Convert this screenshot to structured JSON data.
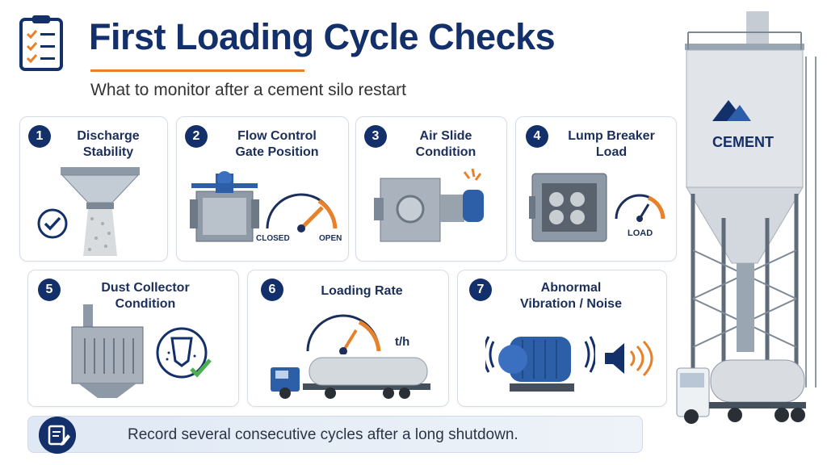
{
  "header": {
    "title": "First Loading Cycle Checks",
    "subtitle": "What to monitor after a cement silo restart"
  },
  "cards": [
    {
      "number": "1",
      "title_line1": "Discharge",
      "title_line2": "Stability"
    },
    {
      "number": "2",
      "title_line1": "Flow Control",
      "title_line2": "Gate Position",
      "gauge_left": "CLOSED",
      "gauge_right": "OPEN"
    },
    {
      "number": "3",
      "title_line1": "Air Slide",
      "title_line2": "Condition"
    },
    {
      "number": "4",
      "title_line1": "Lump Breaker",
      "title_line2": "Load",
      "gauge_label": "LOAD"
    },
    {
      "number": "5",
      "title_line1": "Dust Collector",
      "title_line2": "Condition"
    },
    {
      "number": "6",
      "title_line1": "Loading Rate",
      "title_line2": "",
      "unit": "t/h"
    },
    {
      "number": "7",
      "title_line1": "Abnormal",
      "title_line2": "Vibration / Noise"
    }
  ],
  "silo": {
    "label": "CEMENT"
  },
  "footer": {
    "text": "Record several consecutive cycles after a long shutdown."
  },
  "colors": {
    "navy": "#13306b",
    "orange": "#e8822a",
    "steel": "#9aa6b2",
    "blue": "#2d5fa8"
  },
  "icons": [
    "clipboard-checklist-icon",
    "checkmark-icon",
    "gauge-icon",
    "speaker-icon",
    "note-pencil-icon",
    "filter-check-icon"
  ]
}
